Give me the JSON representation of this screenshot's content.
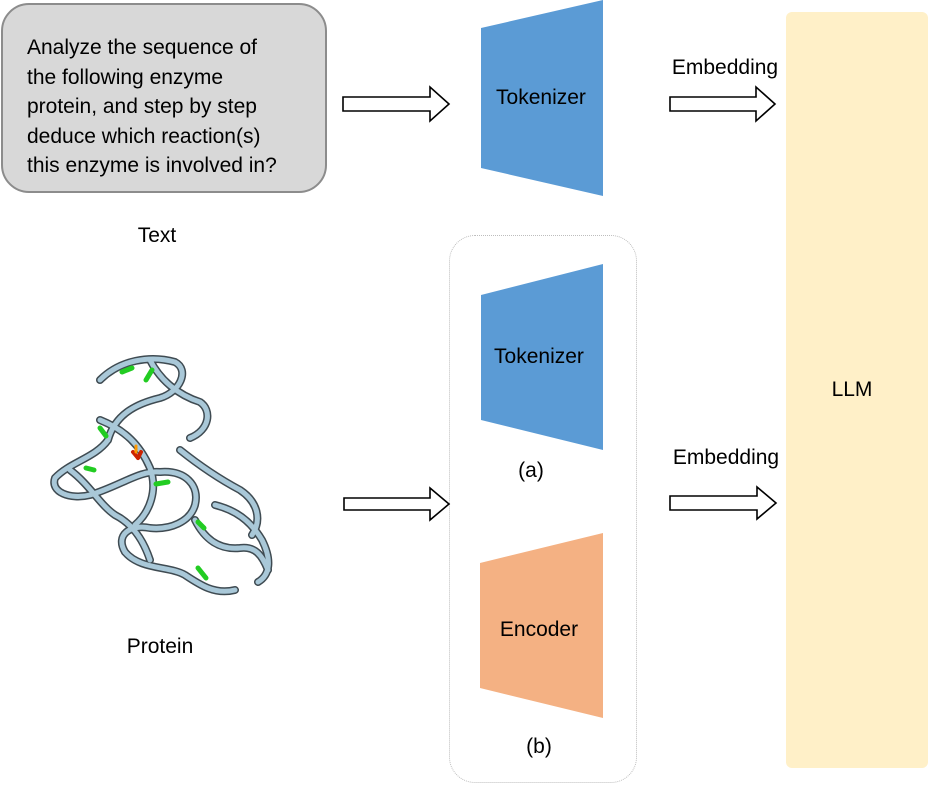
{
  "prompt": {
    "lines": [
      "Analyze the sequence of",
      "the following enzyme",
      "protein, and step by step",
      "deduce which reaction(s)",
      "this enzyme is involved in?"
    ]
  },
  "labels": {
    "text_input": "Text",
    "protein_input": "Protein",
    "tokenizer_top": "Tokenizer",
    "tokenizer_bottom": "Tokenizer",
    "option_a": "(a)",
    "encoder": "Encoder",
    "option_b": "(b)",
    "embedding_top": "Embedding",
    "embedding_bottom": "Embedding",
    "llm": "LLM"
  },
  "colors": {
    "tokenizer": "#5b9bd5",
    "encoder": "#f4b183",
    "llm": "#fff0c8",
    "prompt_fill": "#d8d8d8",
    "prompt_border": "#8c8c8c",
    "protein_ribbon": "#a9c8d8",
    "protein_highlight": "#22cc22"
  },
  "icons": {
    "arrows": "hollow-right-arrow-icon",
    "protein": "protein-structure-icon"
  }
}
